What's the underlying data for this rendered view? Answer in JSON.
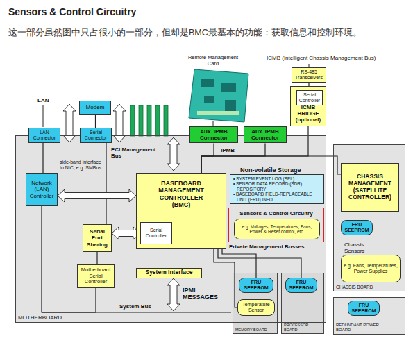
{
  "diagram": {
    "title": "Sensors & Control Circuitry",
    "nodes": [
      {
        "text": [
          "RS-485 Transceivers"
        ]
      },
      {
        "text": [
          "ICMB BRIDGE (optional)"
        ]
      },
      {
        "text": [
          "Serial Controller"
        ],
        "in": 1
      },
      {
        "text": [
          "Modem"
        ]
      },
      {
        "text": [
          "MOTHERBOARD"
        ]
      },
      {
        "text": [
          "LAN Connector"
        ],
        "in": 4
      },
      {
        "text": [
          "Serial Connector"
        ],
        "in": 4
      },
      {
        "text": [
          "Aux. IPMB Connector"
        ],
        "in": 4
      },
      {
        "text": [
          "Aux. IPMB Connector"
        ],
        "in": 4
      },
      {
        "text": [
          "Network (LAN) Controller"
        ],
        "in": 4
      },
      {
        "text": [
          "BASEBOARD MANAGEMENT CONTROLLER (BMC)"
        ],
        "in": 4
      },
      {
        "text": [
          "Serial Controller"
        ],
        "in": 10
      },
      {
        "text": [
          "Non-volatile Storage",
          "• SYSTEM EVENT LOG (SEL)",
          "• SENSOR DATA RECORD (SDR) REPOSITORY",
          "• BASEBOARD FIELD-REPLACEABLE UNIT (FRU) INFO"
        ],
        "in": 4
      },
      {
        "text": [
          "Sensors & Control Circuitry"
        ],
        "in": 4
      },
      {
        "text": [
          "e.g. Voltages, Temperatures, Fans, Power & Reset control, etc."
        ],
        "in": 13
      },
      {
        "text": [
          "Serial Port Sharing"
        ],
        "in": 4
      },
      {
        "text": [
          "Motherboard Serial Controller"
        ],
        "in": 4
      },
      {
        "text": [
          "System Interface"
        ],
        "in": 4
      },
      {
        "text": [
          "MEMORY BOARD"
        ]
      },
      {
        "text": [
          "FRU SEEPROM"
        ],
        "in": 18
      },
      {
        "text": [
          "Temperature Sensor"
        ],
        "in": 18
      },
      {
        "text": [
          "PROCESSOR BOARD"
        ]
      },
      {
        "text": [
          "FRU SEEPROM"
        ],
        "in": 21
      },
      {
        "text": [
          "CHASSIS BOARD"
        ]
      },
      {
        "text": [
          "CHASSIS MANAGEMENT (SATELLITE CONTROLLER)"
        ],
        "in": 23
      },
      {
        "text": [
          "FRU SEEPROM"
        ],
        "in": 23
      },
      {
        "text": [
          "Chassis Sensors",
          "e.g. Fans, Temperatures, Power Supplies"
        ],
        "in": 23
      },
      {
        "text": [
          "REDUNDANT POWER BOARD"
        ]
      },
      {
        "text": [
          "FRU SEEPROM"
        ],
        "in": 27
      }
    ],
    "edges": [
      {
        "from": 5,
        "to": 9,
        "arrow": "none"
      },
      {
        "from": 3,
        "to": 6,
        "arrow": "none"
      },
      {
        "from": 6,
        "to": 15,
        "arrow": "none"
      },
      {
        "from": 15,
        "to": 16,
        "arrow": "none"
      },
      {
        "from": 9,
        "to": 10,
        "arrow": "both"
      },
      {
        "from": 15,
        "to": 11,
        "arrow": "both"
      },
      {
        "from": 10,
        "to": 7,
        "arrow": "none"
      },
      {
        "from": 10,
        "to": 8,
        "arrow": "none"
      },
      {
        "from": 10,
        "to": 1,
        "arrow": "none"
      },
      {
        "from": 10,
        "to": 24,
        "arrow": "none"
      },
      {
        "from": 0,
        "to": 1,
        "arrow": "none"
      },
      {
        "from": 10,
        "to": 19,
        "arrow": "none"
      },
      {
        "from": 10,
        "to": 20,
        "arrow": "none"
      },
      {
        "from": 10,
        "to": 22,
        "arrow": "none"
      },
      {
        "from": 9,
        "to": 16,
        "arrow": "none"
      }
    ],
    "labels": [
      "这一部分虽然图中只占很小的一部分，但却是BMC最基本的功能：获取信息和控制环境。",
      "LAN",
      "Remote Management Card",
      "ICMB (Intelligent Chassis Management Bus)",
      "PCI Management Bus",
      "IPMB",
      "side-band interface to NIC, e.g. SMBus",
      "Private Management Busses",
      "IPMI MESSAGES",
      "System Bus"
    ]
  }
}
